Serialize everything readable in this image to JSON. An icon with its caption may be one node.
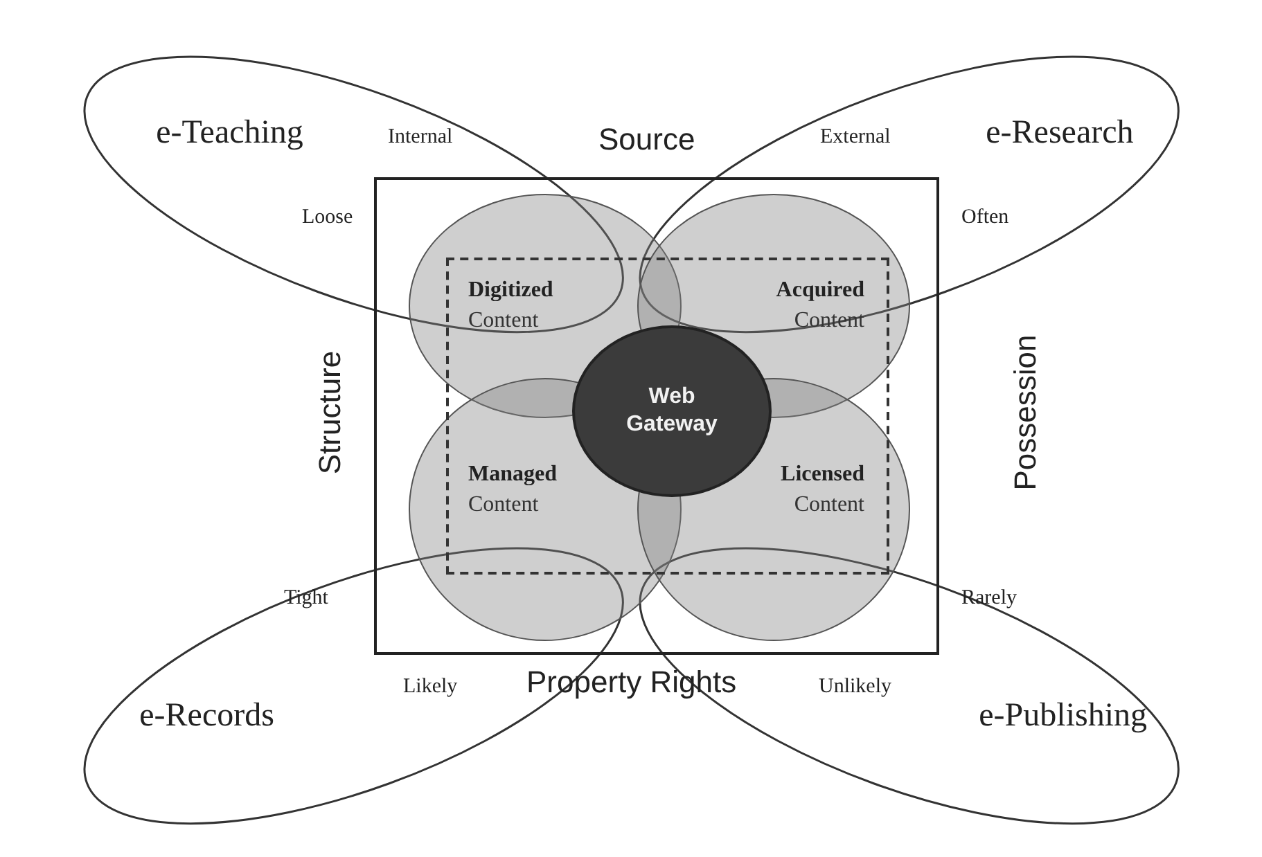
{
  "diagram": {
    "nodes": [
      {
        "text": [
          "e-Teaching"
        ]
      },
      {
        "text": [
          "e-Research"
        ]
      },
      {
        "text": [
          "Source",
          "Structure",
          "Possession",
          "Property Rights"
        ]
      },
      {
        "text": [
          "Digitized",
          "Content"
        ],
        "in": 2
      },
      {
        "text": [
          "Acquired",
          "Content"
        ],
        "in": 2
      },
      {
        "text": [
          "Web Gateway"
        ],
        "in": 2
      },
      {
        "text": [
          "Managed",
          "Content"
        ],
        "in": 2
      },
      {
        "text": [
          "Licensed",
          "Content"
        ],
        "in": 2
      },
      {
        "text": [
          "e-Records"
        ]
      },
      {
        "text": [
          "e-Publishing"
        ]
      }
    ],
    "labels": [
      "Internal",
      "External",
      "Loose",
      "Often",
      "Tight",
      "Rarely",
      "Likely",
      "Unlikely"
    ]
  }
}
